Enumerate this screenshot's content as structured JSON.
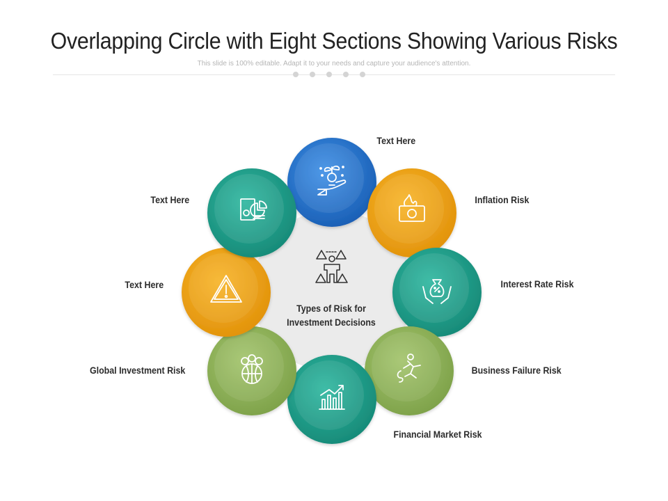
{
  "header": {
    "title": "Overlapping Circle with Eight Sections Showing Various Risks",
    "subtitle": "This slide is 100% editable. Adapt it to your needs and capture your audience's attention."
  },
  "center": {
    "line1": "Types of Risk for",
    "line2": "Investment Decisions",
    "icon": "risk-balance-icon"
  },
  "sections": [
    {
      "label": "Text Here",
      "icon": "plant-money-hand-icon",
      "color": "#1f6fc9"
    },
    {
      "label": "Inflation Risk",
      "icon": "burning-money-icon",
      "color": "#f0a416"
    },
    {
      "label": "Interest Rate Risk",
      "icon": "money-bag-hands-icon",
      "color": "#1f9e8a"
    },
    {
      "label": "Business Failure Risk",
      "icon": "falling-person-icon",
      "color": "#8fb45a"
    },
    {
      "label": "Financial Market Risk",
      "icon": "market-chart-icon",
      "color": "#1aa58f"
    },
    {
      "label": "Global Investment Risk",
      "icon": "global-investment-icon",
      "color": "#8fb45a"
    },
    {
      "label": "Text Here",
      "icon": "warning-icon",
      "color": "#f0a416"
    },
    {
      "label": "Text Here",
      "icon": "report-pie-chart-icon",
      "color": "#1fb39a"
    }
  ],
  "colors": {
    "center_fill": "#ebebeb",
    "blue": "#1f6fc9",
    "orange": "#f0a416",
    "teal": "#1f9e8a",
    "green": "#8fb45a"
  }
}
